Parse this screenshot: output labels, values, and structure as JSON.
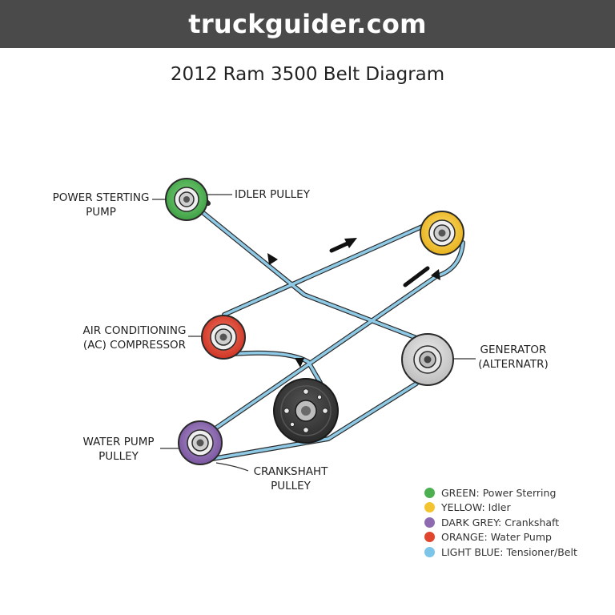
{
  "site": {
    "name": "truckguider.com"
  },
  "title": "2012 Ram 3500 Belt Diagram",
  "labels": {
    "power_steering": [
      "POWER STERTING",
      "PUMP"
    ],
    "idler": "IDLER PULLEY",
    "ac": [
      "AIR CONDITIONING",
      "(AC) COMPRESSOR"
    ],
    "generator": [
      "GENERATOR",
      "(ALTERNATR)"
    ],
    "water_pump": [
      "WATER PUMP",
      "PULLEY"
    ],
    "crankshaft": [
      "CRANKSHAHT",
      "PULLEY"
    ]
  },
  "legend": [
    {
      "text": "GREEN: Power Sterring",
      "color": "#4caf50"
    },
    {
      "text": "YELLOW: Idler",
      "color": "#f4c430"
    },
    {
      "text": "DARK GREY: Crankshaft",
      "color": "#8e6bb0"
    },
    {
      "text": "ORANGE: Water Pump",
      "color": "#e0452e"
    },
    {
      "text": "LIGHT BLUE: Tensioner/Belt",
      "color": "#7cc4e8"
    }
  ],
  "colors": {
    "belt": "#8ecae6",
    "power_steering_ring": "#4caf50",
    "idler_ring": "#f4c430",
    "ac_ring": "#e0452e",
    "water_pump_ring": "#8e6bb0",
    "generator_body": "#d9d9d9",
    "crankshaft_body": "#3a3a3a"
  }
}
